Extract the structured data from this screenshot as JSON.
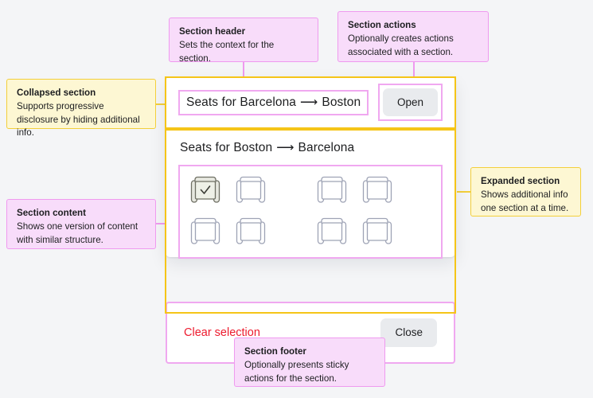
{
  "canvas": {
    "background": "#f4f5f7",
    "accent_pink": "#ef9aef",
    "accent_yellow": "#f3cf3a",
    "danger": "#ed1b2e"
  },
  "card": {
    "collapsed_section": {
      "title": "Seats for Barcelona",
      "arrow": "⟶",
      "destination": "Boston",
      "action_label": "Open"
    },
    "expanded_section": {
      "title": "Seats for Boston",
      "arrow": "⟶",
      "destination": "Barcelona",
      "seats": [
        {
          "id": "seat-1",
          "selected": true,
          "check": "✓"
        },
        {
          "id": "seat-2",
          "selected": false,
          "check": ""
        },
        {
          "id": "seat-3",
          "selected": false,
          "check": ""
        },
        {
          "id": "seat-4",
          "selected": false,
          "check": ""
        },
        {
          "id": "seat-5",
          "selected": false,
          "check": ""
        },
        {
          "id": "seat-6",
          "selected": false,
          "check": ""
        },
        {
          "id": "seat-7",
          "selected": false,
          "check": ""
        },
        {
          "id": "seat-8",
          "selected": false,
          "check": ""
        }
      ],
      "footer": {
        "clear_label": "Clear selection",
        "close_label": "Close"
      }
    }
  },
  "callouts": {
    "section_header": {
      "title": "Section header",
      "body": "Sets the context for the section."
    },
    "section_actions": {
      "title": "Section actions",
      "body": "Optionally creates actions associated with a section."
    },
    "collapsed_section": {
      "title": "Collapsed section",
      "body": "Supports progressive disclosure by hiding additional info."
    },
    "section_content": {
      "title": "Section content",
      "body": "Shows one version of content with similar structure."
    },
    "expanded_section": {
      "title": "Expanded section",
      "body": "Shows additional info one section at a time."
    },
    "section_footer": {
      "title": "Section footer",
      "body": "Optionally presents sticky actions for the section."
    }
  }
}
